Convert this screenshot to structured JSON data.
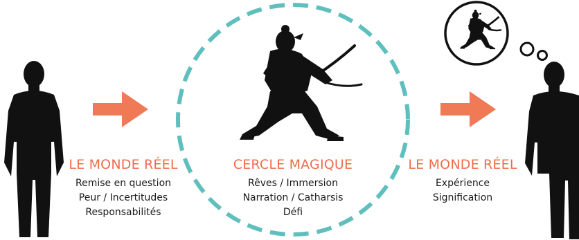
{
  "colors": {
    "accent": "#ee6c4d",
    "arrow": "#f07a55",
    "circle": "#5fbfbd",
    "silhouette": "#111111"
  },
  "left_panel": {
    "heading": "LE MONDE RÉEL",
    "lines": [
      "Remise en question",
      "Peur / Incertitudes",
      "Responsabilités"
    ]
  },
  "center_panel": {
    "heading": "CERCLE MAGIQUE",
    "lines": [
      "Rêves / Immersion",
      "Narration / Catharsis",
      "Défi"
    ]
  },
  "right_panel": {
    "heading": "LE MONDE RÉEL",
    "lines": [
      "Expérience",
      "Signification"
    ]
  },
  "icons": {
    "left_person": "man-silhouette-icon",
    "right_person": "man-silhouette-icon",
    "left_arrow": "arrow-right-icon",
    "right_arrow": "arrow-right-icon",
    "samurai": "samurai-silhouette-icon",
    "thought_bubble": "thought-bubble-icon"
  }
}
